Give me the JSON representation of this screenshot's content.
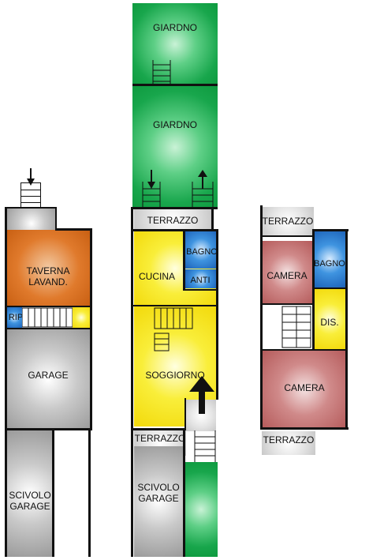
{
  "labels": {
    "giardino_top": "GIARDNO",
    "giardino_mid": "GIARDNO",
    "taverna_line1": "TAVERNA",
    "taverna_line2": "LAVAND.",
    "rip": "RIP",
    "garage": "GARAGE",
    "scivolo_left_line1": "SCIVOLO",
    "scivolo_left_line2": "GARAGE",
    "terrazzo_mid_top": "TERRAZZO",
    "bagno_mid": "BAGNO",
    "cucina": "CUCINA",
    "anti": "ANTI",
    "soggiorno": "SOGGIORNO",
    "terrazzo_mid_bottom": "TERRAZZO",
    "scivolo_mid_line1": "SCIVOLO",
    "scivolo_mid_line2": "GARAGE",
    "terrazzo_right_top": "TERRAZZO",
    "camera_top": "CAMERA",
    "bagno_right": "BAGNO",
    "dis": "DIS.",
    "camera_bottom": "CAMERA",
    "terrazzo_right_bottom": "TERRAZZO"
  },
  "colors": {
    "garden": "#18a64c",
    "taverna": "#e07a2c",
    "service": "#9a9a9a",
    "day_zone": "#f2d90a",
    "bathroom": "#1c62b8",
    "bedroom": "#b45a5a",
    "walls": "#111111"
  }
}
